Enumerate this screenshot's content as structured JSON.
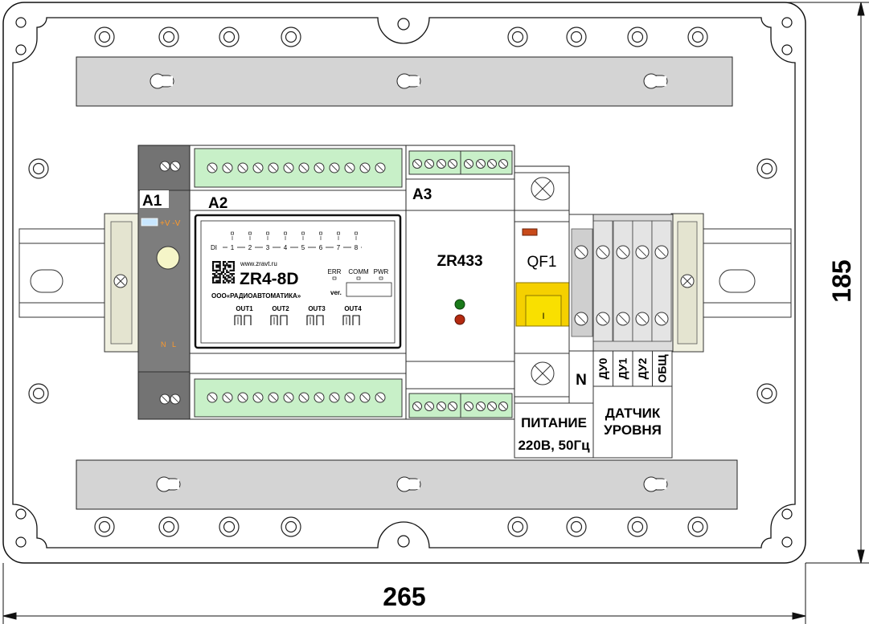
{
  "dimensions": {
    "width": "265",
    "height": "185"
  },
  "modules": {
    "a1": {
      "designator": "A1",
      "supply_label": "+V -V",
      "terminal_label": "N   L"
    },
    "a2": {
      "designator": "A2",
      "url": "www.zravt.ru",
      "model": "ZR4-8D",
      "maker": "ООО«РАДИОАВТОМАТИКА»",
      "di_label": "DI",
      "di_numbers": [
        "1",
        "2",
        "3",
        "4",
        "5",
        "6",
        "7",
        "8"
      ],
      "led_labels": [
        "ERR",
        "COMM",
        "PWR"
      ],
      "ver_label": "ver.",
      "outputs": [
        "OUT1",
        "OUT2",
        "OUT3",
        "OUT4"
      ]
    },
    "a3": {
      "designator": "A3",
      "model": "ZR433"
    },
    "qf1": {
      "designator": "QF1",
      "lever_mark": "I"
    }
  },
  "terminals": {
    "neutral": "N",
    "sensors": [
      "ДУ0",
      "ДУ1",
      "ДУ2",
      "ОБЩ"
    ]
  },
  "captions": {
    "power_line1": "ПИТАНИЕ",
    "power_line2": "220В, 50Гц",
    "sensor_line1": "ДАТЧИК",
    "sensor_line2": "УРОВНЯ"
  },
  "colors": {
    "terminal_green": "#c8f0c8",
    "breaker_yellow": "#f5d000",
    "module_dark": "#707070",
    "led_green": "#1a7a1a",
    "led_red": "#b42a10",
    "accent_orange": "#e08a1a"
  }
}
